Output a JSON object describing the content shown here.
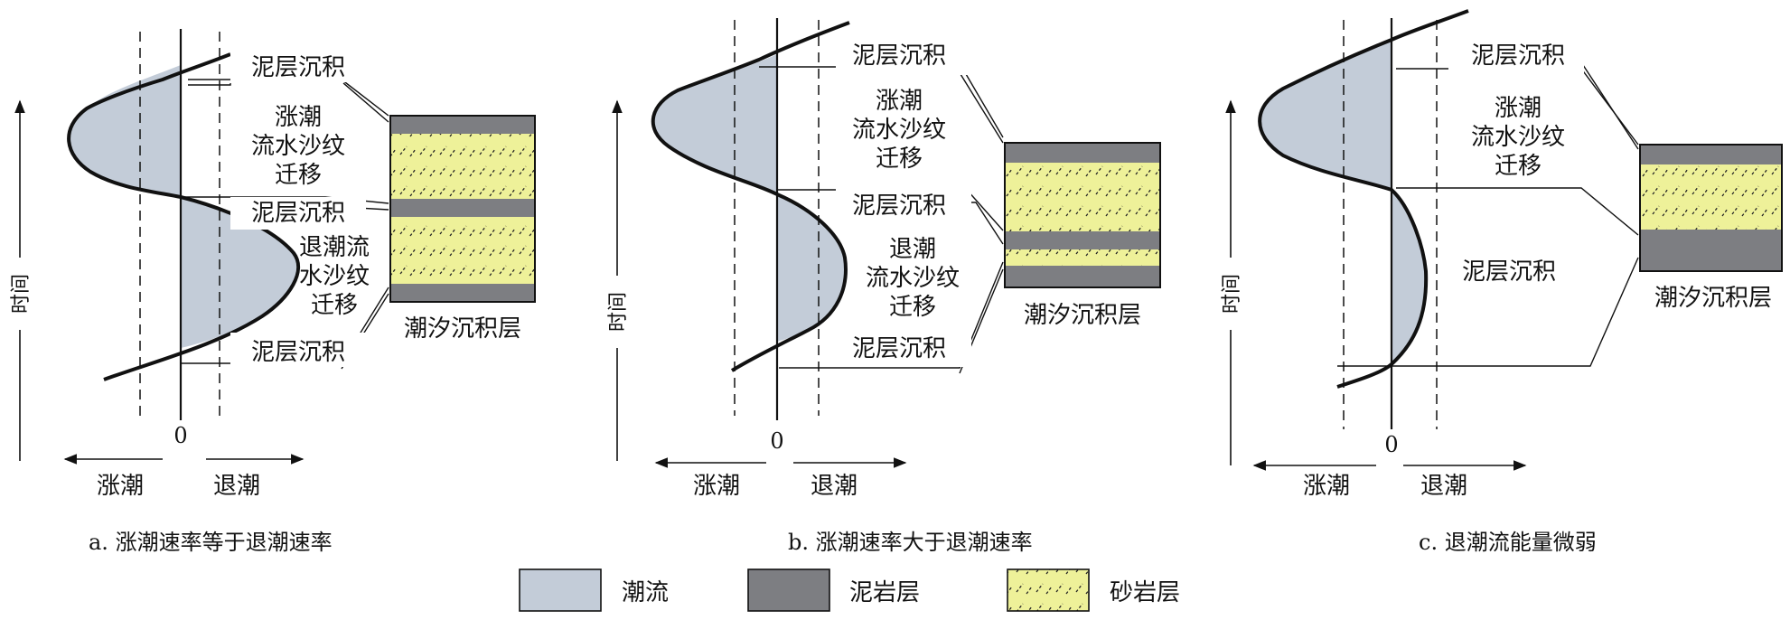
{
  "colors": {
    "tidal_flow": "#c3ccd8",
    "mudstone": "#7d7e82",
    "sandstone": "#eef199",
    "line": "#111111"
  },
  "panels": [
    {
      "caption": "a. 涨潮速率等于退潮速率",
      "axis_label": "时间",
      "zero": "0",
      "left_dir": "涨潮",
      "right_dir": "退潮",
      "column_title": "潮汐沉积层",
      "labels": {
        "mud_top": "泥层沉积",
        "flood_1": "涨潮",
        "flood_2": "流水沙纹",
        "flood_3": "迁移",
        "mud_mid": "泥层沉积",
        "ebb_1": "退潮流",
        "ebb_2": "水沙纹",
        "ebb_3": "迁移",
        "mud_bot": "泥层沉积"
      }
    },
    {
      "caption": "b. 涨潮速率大于退潮速率",
      "axis_label": "时间",
      "zero": "0",
      "left_dir": "涨潮",
      "right_dir": "退潮",
      "column_title": "潮汐沉积层",
      "labels": {
        "mud_top": "泥层沉积",
        "flood_1": "涨潮",
        "flood_2": "流水沙纹",
        "flood_3": "迁移",
        "mud_mid": "泥层沉积",
        "ebb_1": "退潮",
        "ebb_2": "流水沙纹",
        "ebb_3": "迁移",
        "mud_bot": "泥层沉积"
      }
    },
    {
      "caption": "c. 退潮流能量微弱",
      "axis_label": "时间",
      "zero": "0",
      "left_dir": "涨潮",
      "right_dir": "退潮",
      "column_title": "潮汐沉积层",
      "labels": {
        "mud_top": "泥层沉积",
        "flood_1": "涨潮",
        "flood_2": "流水沙纹",
        "flood_3": "迁移",
        "mud_lower": "泥层沉积"
      }
    }
  ],
  "legend": [
    {
      "label": "潮流",
      "swatch": "tidal-flow"
    },
    {
      "label": "泥岩层",
      "swatch": "mudstone"
    },
    {
      "label": "砂岩层",
      "swatch": "sandstone"
    }
  ]
}
